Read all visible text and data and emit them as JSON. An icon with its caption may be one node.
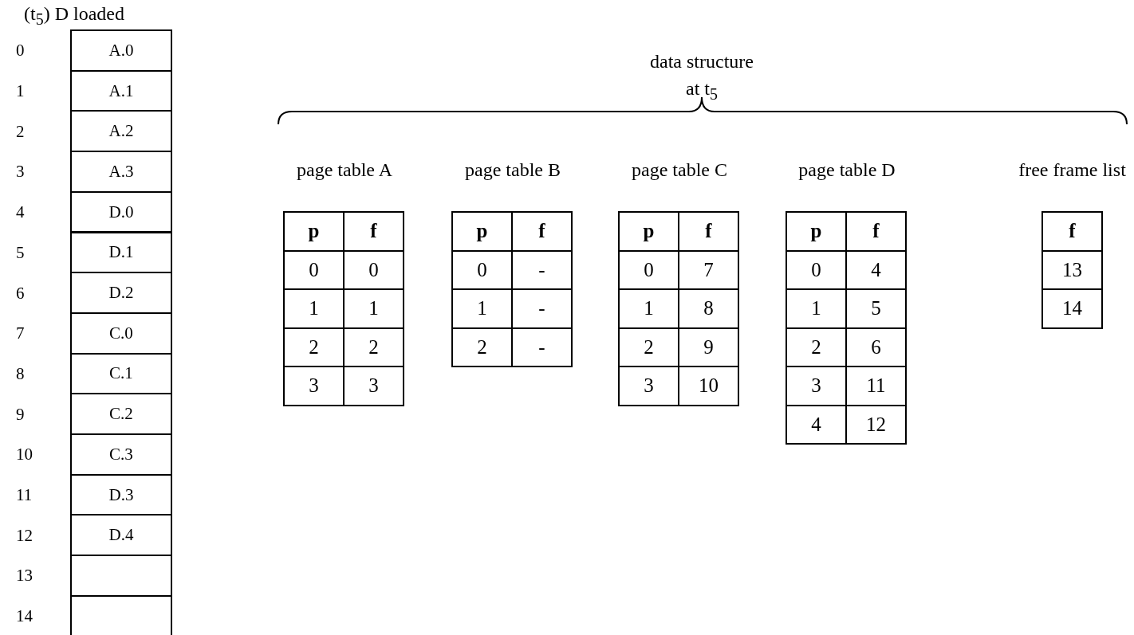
{
  "diagram": {
    "nodes": [
      {
        "text": [
          "A.0"
        ],
        "beside": [
          "0"
        ]
      },
      {
        "text": [
          "A.1"
        ],
        "beside": [
          "1"
        ]
      },
      {
        "text": [
          "A.2"
        ],
        "beside": [
          "2"
        ]
      },
      {
        "text": [
          "A.3"
        ],
        "beside": [
          "3"
        ]
      },
      {
        "text": [
          "D.0"
        ],
        "beside": [
          "4"
        ]
      },
      {
        "text": [
          "D.1"
        ],
        "beside": [
          "5"
        ]
      },
      {
        "text": [
          "D.2"
        ],
        "beside": [
          "6"
        ]
      },
      {
        "text": [
          "C.0"
        ],
        "beside": [
          "7"
        ]
      },
      {
        "text": [
          "C.1"
        ],
        "beside": [
          "8"
        ]
      },
      {
        "text": [
          "C.2"
        ],
        "beside": [
          "9"
        ]
      },
      {
        "text": [
          "C.3"
        ],
        "beside": [
          "10"
        ]
      },
      {
        "text": [
          "D.3"
        ],
        "beside": [
          "11"
        ]
      },
      {
        "text": [
          "D.4"
        ],
        "beside": [
          "12"
        ]
      },
      {
        "text": [],
        "shape": "box",
        "beside": [
          "13"
        ]
      },
      {
        "text": [],
        "shape": "box",
        "beside": [
          "14"
        ]
      },
      {
        "text": [
          "page table A",
          "p",
          "f",
          "0",
          "0",
          "1",
          "1",
          "2",
          "2",
          "3",
          "3"
        ]
      },
      {
        "text": [
          "page table B",
          "p",
          "f",
          "0",
          "-",
          "1",
          "-",
          "2",
          "-"
        ]
      },
      {
        "text": [
          "page table C",
          "p",
          "f",
          "0",
          "7",
          "1",
          "8",
          "2",
          "9",
          "3",
          "10"
        ]
      },
      {
        "text": [
          "page table D",
          "p",
          "f",
          "0",
          "4",
          "1",
          "5",
          "2",
          "6",
          "3",
          "11",
          "4",
          "12"
        ]
      },
      {
        "text": [
          "free frame list",
          "f",
          "13",
          "14"
        ]
      }
    ],
    "edges": [],
    "labels": [
      "(t$_{5}$) D loaded",
      "data structure at t$_{5}$"
    ]
  }
}
